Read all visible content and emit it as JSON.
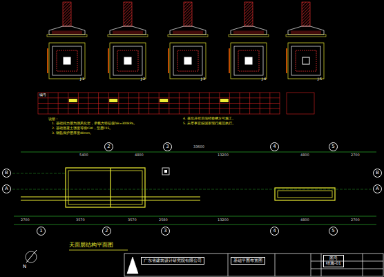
{
  "diagram": {
    "nodes": [
      {
        "text": [
          "2"
        ]
      },
      {
        "text": [
          "3"
        ]
      },
      {
        "text": [
          "4"
        ]
      },
      {
        "text": [
          "5"
        ]
      },
      {
        "text": [
          "1"
        ]
      },
      {
        "text": [
          "2"
        ]
      },
      {
        "text": [
          "3"
        ]
      },
      {
        "text": [
          "4"
        ]
      },
      {
        "text": [
          "5"
        ]
      },
      {
        "text": [
          "B"
        ]
      },
      {
        "text": [
          "A"
        ]
      },
      {
        "text": [
          "B"
        ]
      },
      {
        "text": [
          "A"
        ]
      },
      {
        "text": [
          "广东省建筑设计研究院有限公司"
        ]
      },
      {
        "text": [
          "基础平面布置图"
        ]
      },
      {
        "text": [
          "图号",
          "结施-01"
        ]
      }
    ],
    "labels": [
      "33600",
      "5400",
      "4800",
      "13200",
      "4800",
      "2700",
      "2700",
      "3570",
      "3570",
      "2580",
      "13200",
      "4800",
      "2700",
      "天面层结构平面图",
      "N",
      "说明：",
      "1. 基础持力层为强风化岩，承载力特征值fak=300kPa。",
      "2. 基础混凝土强度等级C30，垫层C15。",
      "3. 钢筋保护层厚度40mm。",
      "4. 基坑开挖后须经验槽方可施工。",
      "5. 未尽事宜按国家现行规范执行。",
      "编号",
      "J-1",
      "J-2",
      "J-3",
      "J-4",
      "J-5"
    ]
  }
}
